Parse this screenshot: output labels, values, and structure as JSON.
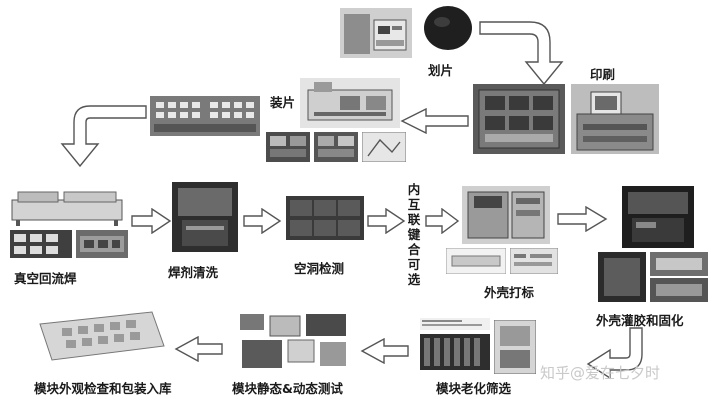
{
  "steps": {
    "dicing": "划片",
    "printing": "印刷",
    "mounting": "装片",
    "vacuum_reflow": "真空回流焊",
    "flux_cleaning": "焊剂清洗",
    "void_inspection": "空洞检测",
    "wire_bonding": "内互联键合可选",
    "housing_marking": "外壳打标",
    "potting_curing": "外壳灌胶和固化",
    "aging_screening": "模块老化筛选",
    "static_dynamic_test": "模块静态&动态测试",
    "inspection_packaging": "模块外观检查和包装入库"
  },
  "watermark": {
    "site": "知乎",
    "author": "@爱在七夕时"
  },
  "colors": {
    "arrow_fill": "#ffffff",
    "arrow_stroke": "#555555",
    "photo_dark": "#3a3a3a",
    "photo_mid": "#8a8a8a",
    "photo_light": "#d8d8d8"
  }
}
